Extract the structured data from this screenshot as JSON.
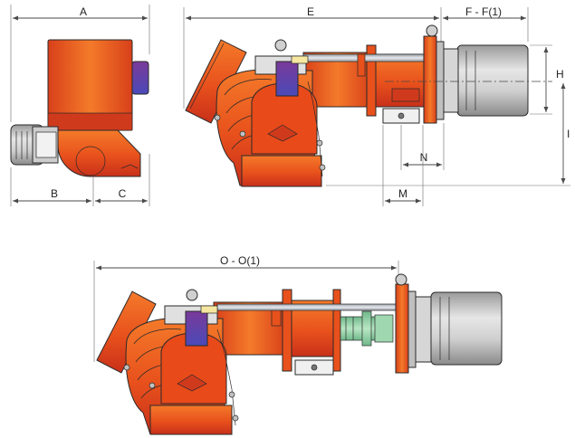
{
  "drawing": {
    "dimensions": {
      "A": "A",
      "B": "B",
      "C": "C",
      "E": "E",
      "F": "F - F(1)",
      "H": "H",
      "I": "I",
      "M": "M",
      "N": "N",
      "O": "O - O(1)"
    },
    "colors": {
      "burner_orange": "#e8511c",
      "burner_orange_light": "#f47a2a",
      "burner_red": "#c8301a",
      "motor_gray": "#b8b8b8",
      "motor_light": "#dcdcdc",
      "panel_purple": "#7a3a9a",
      "panel_blue": "#4a4ab8",
      "nozzle_green": "#8ecfa0",
      "rod_gray": "#c0c0c8"
    }
  }
}
